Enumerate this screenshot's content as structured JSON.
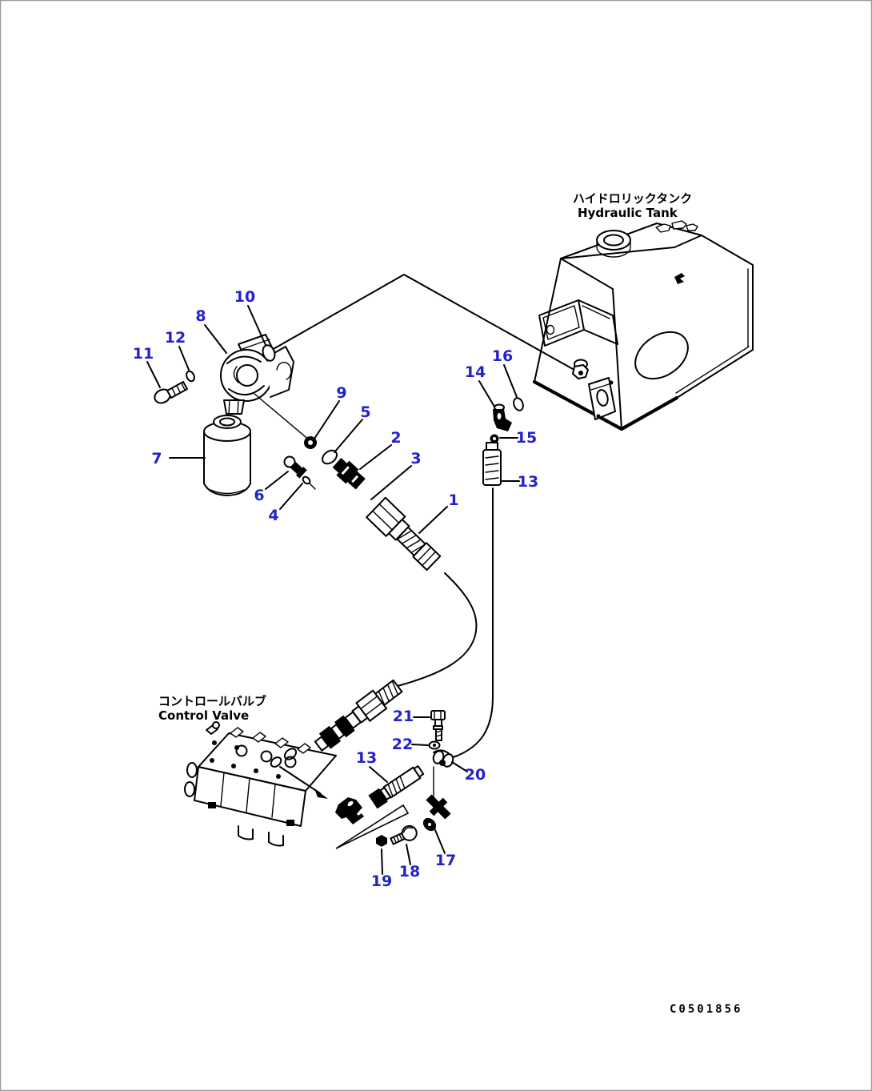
{
  "drawing": {
    "code": "C0501856"
  },
  "colors": {
    "callout_blue": "#2222cc",
    "line_black": "#000000",
    "background": "#ffffff",
    "frame_gray": "#999999"
  },
  "labels": {
    "tank_jp": "ハイドロリックタンク",
    "tank_en": "Hydraulic Tank",
    "valve_jp": "コントロールバルブ",
    "valve_en": "Control Valve"
  },
  "callouts": [
    {
      "part": "1"
    },
    {
      "part": "2"
    },
    {
      "part": "3"
    },
    {
      "part": "4"
    },
    {
      "part": "5"
    },
    {
      "part": "6"
    },
    {
      "part": "7"
    },
    {
      "part": "8"
    },
    {
      "part": "9"
    },
    {
      "part": "10"
    },
    {
      "part": "11"
    },
    {
      "part": "12"
    },
    {
      "part": "13"
    },
    {
      "part": "13"
    },
    {
      "part": "14"
    },
    {
      "part": "15"
    },
    {
      "part": "16"
    },
    {
      "part": "17"
    },
    {
      "part": "18"
    },
    {
      "part": "19"
    },
    {
      "part": "20"
    },
    {
      "part": "21"
    },
    {
      "part": "22"
    }
  ]
}
